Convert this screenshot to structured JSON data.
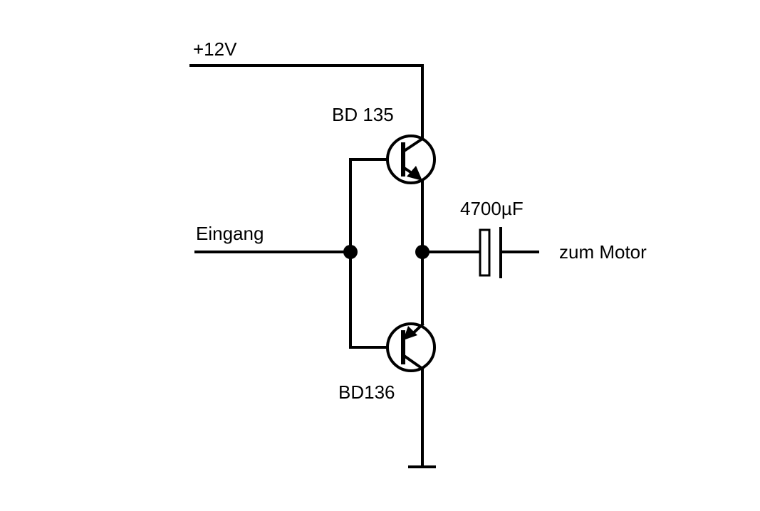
{
  "labels": {
    "supply": "+12V",
    "top_transistor": "BD 135",
    "bottom_transistor": "BD136",
    "input": "Eingang",
    "capacitor": "4700µF",
    "output": "zum Motor"
  },
  "colors": {
    "line": "#000000",
    "background": "#ffffff"
  }
}
